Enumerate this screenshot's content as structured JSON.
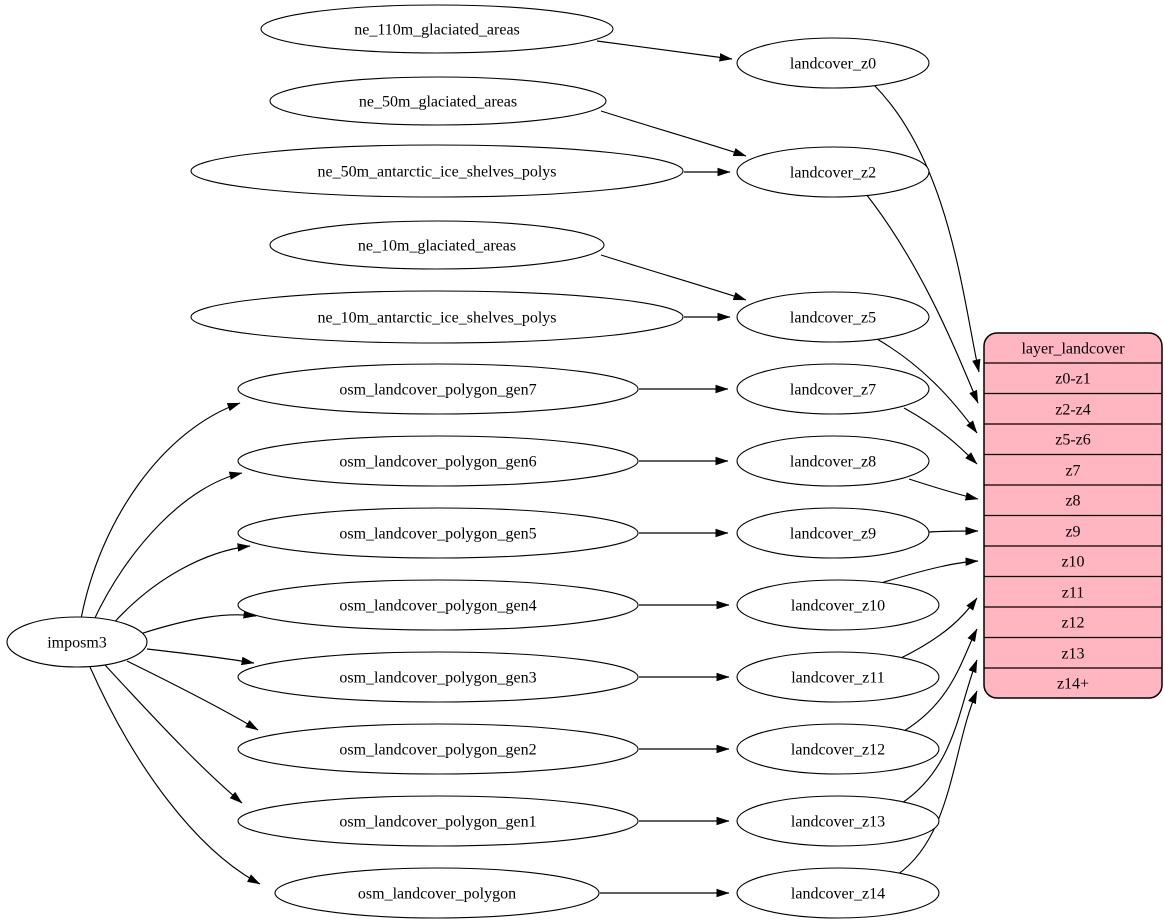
{
  "diagram": {
    "type": "flow-graph",
    "colors": {
      "background": "#ffffff",
      "edge": "#000000",
      "node_fill": "#ffffff",
      "node_stroke": "#000000",
      "record_fill": "#ffb6c1",
      "text": "#000000"
    },
    "nodes": {
      "imposm3": "imposm3",
      "ne_110m_glaciated_areas": "ne_110m_glaciated_areas",
      "ne_50m_glaciated_areas": "ne_50m_glaciated_areas",
      "ne_50m_antarctic_ice_shelves_polys": "ne_50m_antarctic_ice_shelves_polys",
      "ne_10m_glaciated_areas": "ne_10m_glaciated_areas",
      "ne_10m_antarctic_ice_shelves_polys": "ne_10m_antarctic_ice_shelves_polys",
      "osm_landcover_polygon_gen7": "osm_landcover_polygon_gen7",
      "osm_landcover_polygon_gen6": "osm_landcover_polygon_gen6",
      "osm_landcover_polygon_gen5": "osm_landcover_polygon_gen5",
      "osm_landcover_polygon_gen4": "osm_landcover_polygon_gen4",
      "osm_landcover_polygon_gen3": "osm_landcover_polygon_gen3",
      "osm_landcover_polygon_gen2": "osm_landcover_polygon_gen2",
      "osm_landcover_polygon_gen1": "osm_landcover_polygon_gen1",
      "osm_landcover_polygon": "osm_landcover_polygon",
      "landcover_z0": "landcover_z0",
      "landcover_z2": "landcover_z2",
      "landcover_z5": "landcover_z5",
      "landcover_z7": "landcover_z7",
      "landcover_z8": "landcover_z8",
      "landcover_z9": "landcover_z9",
      "landcover_z10": "landcover_z10",
      "landcover_z11": "landcover_z11",
      "landcover_z12": "landcover_z12",
      "landcover_z13": "landcover_z13",
      "landcover_z14": "landcover_z14"
    },
    "record": {
      "title": "layer_landcover",
      "rows": [
        "z0-z1",
        "z2-z4",
        "z5-z6",
        "z7",
        "z8",
        "z9",
        "z10",
        "z11",
        "z12",
        "z13",
        "z14+"
      ]
    },
    "edges": [
      {
        "from": "imposm3",
        "to": "osm_landcover_polygon_gen7"
      },
      {
        "from": "imposm3",
        "to": "osm_landcover_polygon_gen6"
      },
      {
        "from": "imposm3",
        "to": "osm_landcover_polygon_gen5"
      },
      {
        "from": "imposm3",
        "to": "osm_landcover_polygon_gen4"
      },
      {
        "from": "imposm3",
        "to": "osm_landcover_polygon_gen3"
      },
      {
        "from": "imposm3",
        "to": "osm_landcover_polygon_gen2"
      },
      {
        "from": "imposm3",
        "to": "osm_landcover_polygon_gen1"
      },
      {
        "from": "imposm3",
        "to": "osm_landcover_polygon"
      },
      {
        "from": "ne_110m_glaciated_areas",
        "to": "landcover_z0"
      },
      {
        "from": "ne_50m_glaciated_areas",
        "to": "landcover_z2"
      },
      {
        "from": "ne_50m_antarctic_ice_shelves_polys",
        "to": "landcover_z2"
      },
      {
        "from": "ne_10m_glaciated_areas",
        "to": "landcover_z5"
      },
      {
        "from": "ne_10m_antarctic_ice_shelves_polys",
        "to": "landcover_z5"
      },
      {
        "from": "osm_landcover_polygon_gen7",
        "to": "landcover_z7"
      },
      {
        "from": "osm_landcover_polygon_gen6",
        "to": "landcover_z8"
      },
      {
        "from": "osm_landcover_polygon_gen5",
        "to": "landcover_z9"
      },
      {
        "from": "osm_landcover_polygon_gen4",
        "to": "landcover_z10"
      },
      {
        "from": "osm_landcover_polygon_gen3",
        "to": "landcover_z11"
      },
      {
        "from": "osm_landcover_polygon_gen2",
        "to": "landcover_z12"
      },
      {
        "from": "osm_landcover_polygon_gen1",
        "to": "landcover_z13"
      },
      {
        "from": "osm_landcover_polygon",
        "to": "landcover_z14"
      },
      {
        "from": "landcover_z0",
        "to": "layer_landcover.z0-z1"
      },
      {
        "from": "landcover_z2",
        "to": "layer_landcover.z2-z4"
      },
      {
        "from": "landcover_z5",
        "to": "layer_landcover.z5-z6"
      },
      {
        "from": "landcover_z7",
        "to": "layer_landcover.z7"
      },
      {
        "from": "landcover_z8",
        "to": "layer_landcover.z8"
      },
      {
        "from": "landcover_z9",
        "to": "layer_landcover.z9"
      },
      {
        "from": "landcover_z10",
        "to": "layer_landcover.z10"
      },
      {
        "from": "landcover_z11",
        "to": "layer_landcover.z11"
      },
      {
        "from": "landcover_z12",
        "to": "layer_landcover.z12"
      },
      {
        "from": "landcover_z13",
        "to": "layer_landcover.z13"
      },
      {
        "from": "landcover_z14",
        "to": "layer_landcover.z14+"
      }
    ]
  }
}
